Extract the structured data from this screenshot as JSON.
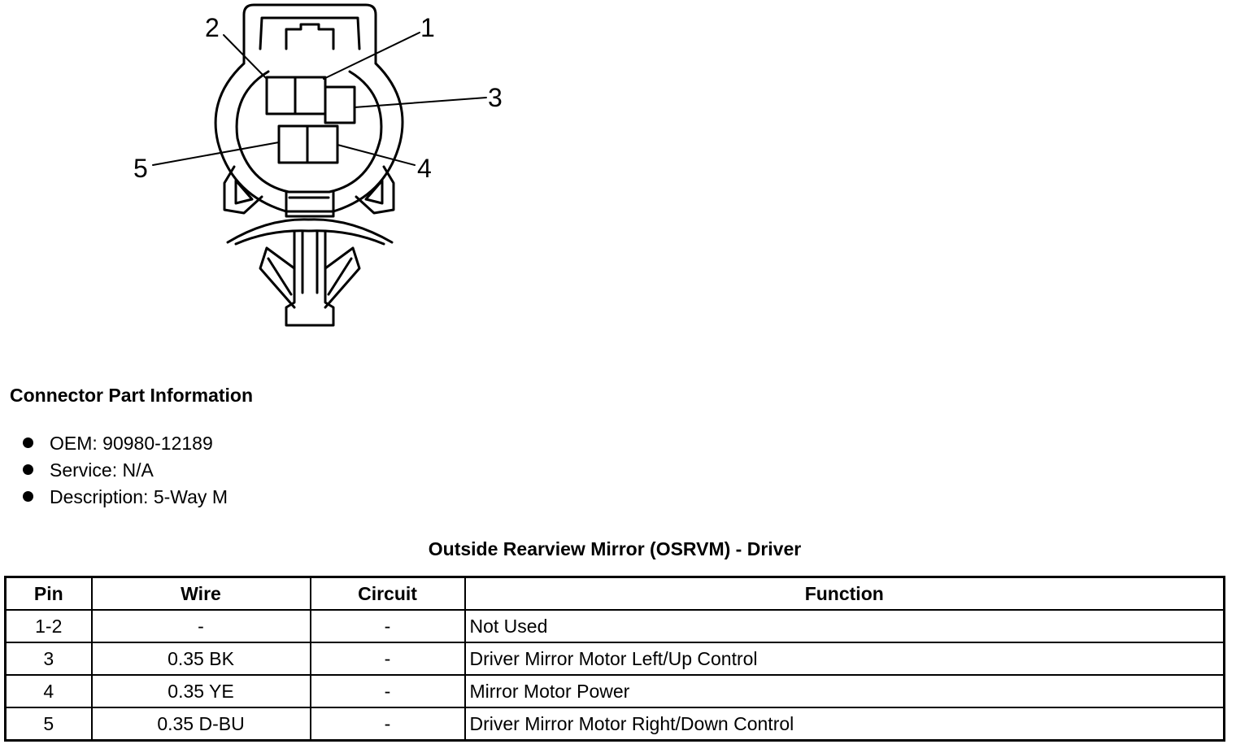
{
  "diagram": {
    "pin_labels": [
      "1",
      "2",
      "3",
      "4",
      "5"
    ]
  },
  "connector_info": {
    "heading": "Connector Part Information",
    "items": [
      "OEM: 90980-12189",
      "Service: N/A",
      "Description: 5-Way M"
    ]
  },
  "table": {
    "title": "Outside Rearview Mirror (OSRVM) - Driver",
    "headers": [
      "Pin",
      "Wire",
      "Circuit",
      "Function"
    ],
    "rows": [
      [
        "1-2",
        "-",
        "-",
        "Not Used"
      ],
      [
        "3",
        "0.35 BK",
        "-",
        "Driver Mirror Motor Left/Up Control"
      ],
      [
        "4",
        "0.35 YE",
        "-",
        "Mirror Motor Power"
      ],
      [
        "5",
        "0.35 D-BU",
        "-",
        "Driver Mirror Motor Right/Down Control"
      ]
    ]
  }
}
